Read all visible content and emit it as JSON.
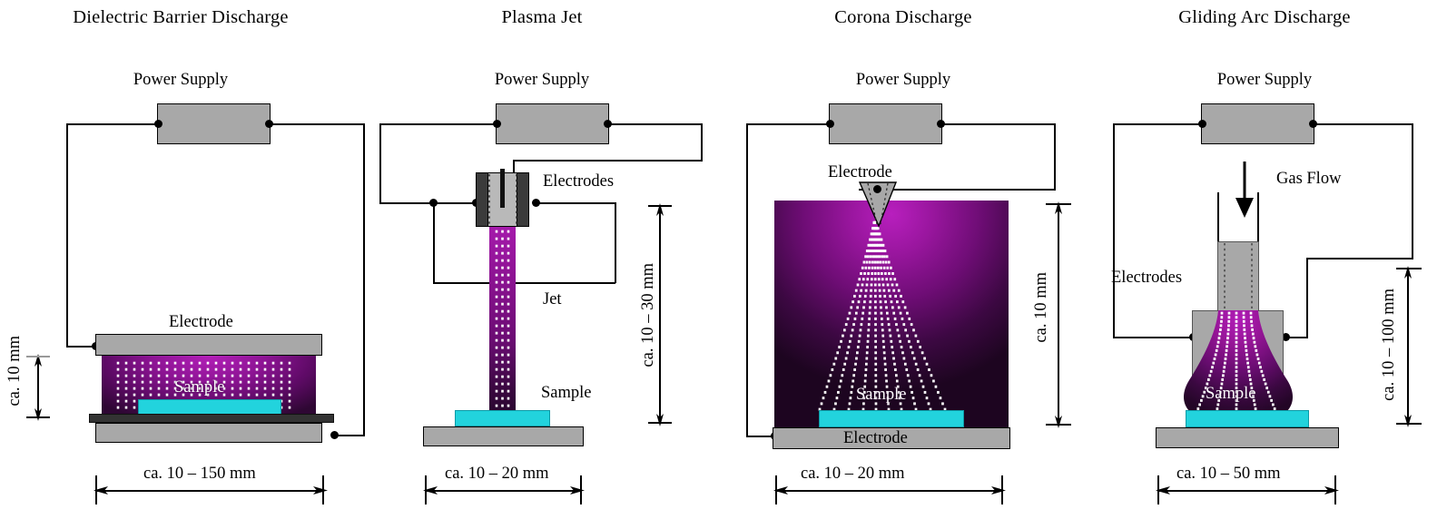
{
  "figure": {
    "background": "#ffffff",
    "plasma_color_bright": "#a21aa8",
    "plasma_color_dark": "#2b0730",
    "sample_color": "#22d3dd",
    "electrode_gray": "#a8a8a8",
    "dielectric_dark": "#333333",
    "line_color": "#000000"
  },
  "panels": [
    {
      "id": "dielectric-barrier-discharge",
      "title": "Dielectric Barrier Discharge",
      "power_supply_label": "Power Supply",
      "electrode_label": "Electrode",
      "sample_label": "Sample",
      "gap_dimension": "ca. 10 mm",
      "width_dimension": "ca. 10 – 150 mm"
    },
    {
      "id": "plasma-jet",
      "title": "Plasma Jet",
      "power_supply_label": "Power Supply",
      "electrodes_label": "Electrodes",
      "jet_label": "Jet",
      "sample_label": "Sample",
      "height_dimension": "ca. 10 – 30 mm",
      "width_dimension": "ca. 10 – 20 mm"
    },
    {
      "id": "corona-discharge",
      "title": "Corona Discharge",
      "power_supply_label": "Power Supply",
      "electrode_top_label": "Electrode",
      "electrode_bottom_label": "Electrode",
      "sample_label": "Sample",
      "height_dimension": "ca. 10 mm",
      "width_dimension": "ca. 10 – 20 mm"
    },
    {
      "id": "gliding-arc-discharge",
      "title": "Gliding Arc Discharge",
      "power_supply_label": "Power Supply",
      "gas_flow_label": "Gas Flow",
      "electrodes_label": "Electrodes",
      "sample_label": "Sample",
      "height_dimension": "ca. 10 – 100 mm",
      "width_dimension": "ca. 10 – 50 mm"
    }
  ]
}
